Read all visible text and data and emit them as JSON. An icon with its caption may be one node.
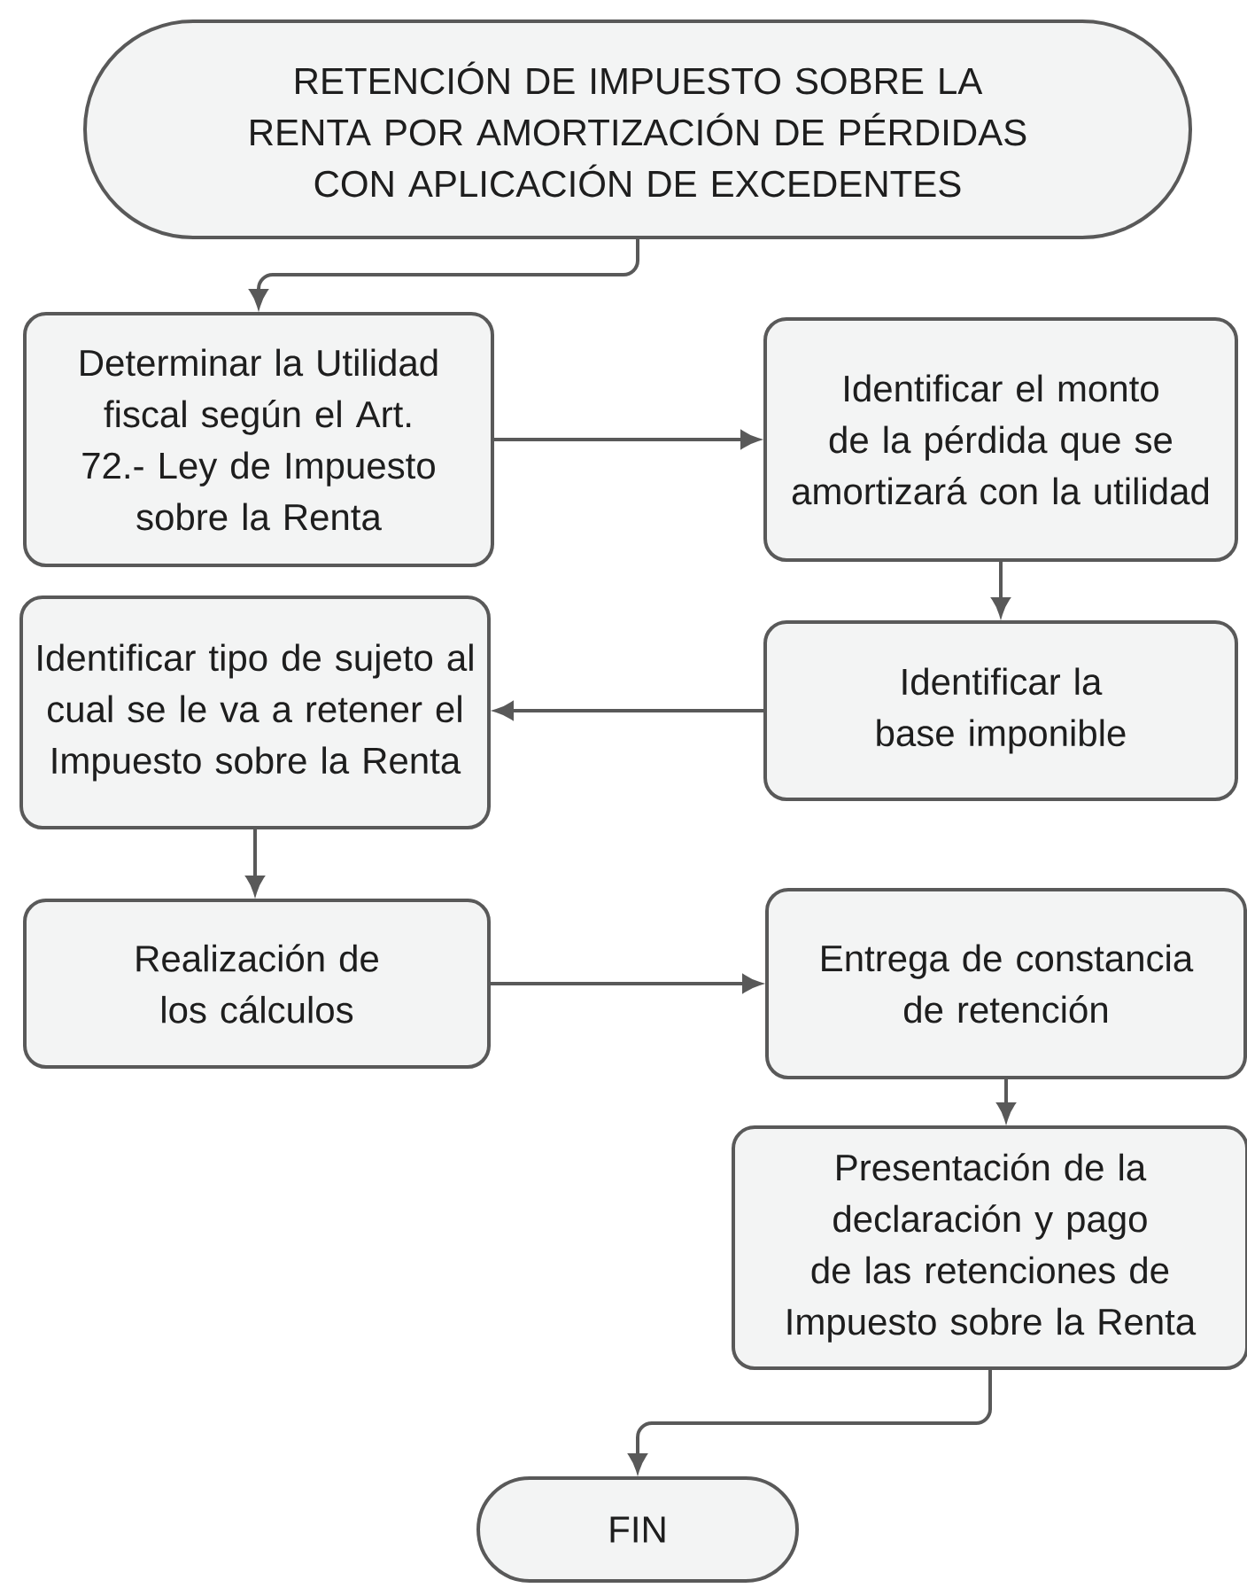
{
  "diagram": {
    "nodes": [
      {
        "text": [
          "RETENCIÓN DE IMPUESTO SOBRE LA RENTA POR AMORTIZACIÓN DE PÉRDIDAS CON APLICACIÓN DE EXCEDENTES"
        ]
      },
      {
        "text": [
          "Determinar la Utilidad fiscal según el Art. 72.- Ley de Impuesto sobre la Renta"
        ]
      },
      {
        "text": [
          "Identificar el monto de la pérdida que se amortizará con la utilidad"
        ]
      },
      {
        "text": [
          "Identificar tipo de sujeto al cual se le va a retener el Impuesto sobre la Renta"
        ]
      },
      {
        "text": [
          "Identificar la base imponible"
        ]
      },
      {
        "text": [
          "Realización de los cálculos"
        ]
      },
      {
        "text": [
          "Entrega de constancia de retención"
        ]
      },
      {
        "text": [
          "Presentación de la declaración y pago de las retenciones de Impuesto sobre la Renta"
        ]
      },
      {
        "text": [
          "FIN"
        ]
      }
    ],
    "edges": [
      {
        "from": 0,
        "to": 1,
        "arrow": "to"
      },
      {
        "from": 1,
        "to": 2,
        "arrow": "to"
      },
      {
        "from": 2,
        "to": 4,
        "arrow": "to"
      },
      {
        "from": 4,
        "to": 3,
        "arrow": "to"
      },
      {
        "from": 3,
        "to": 5,
        "arrow": "to"
      },
      {
        "from": 5,
        "to": 6,
        "arrow": "to"
      },
      {
        "from": 6,
        "to": 7,
        "arrow": "to"
      },
      {
        "from": 7,
        "to": 8,
        "arrow": "to"
      }
    ]
  }
}
